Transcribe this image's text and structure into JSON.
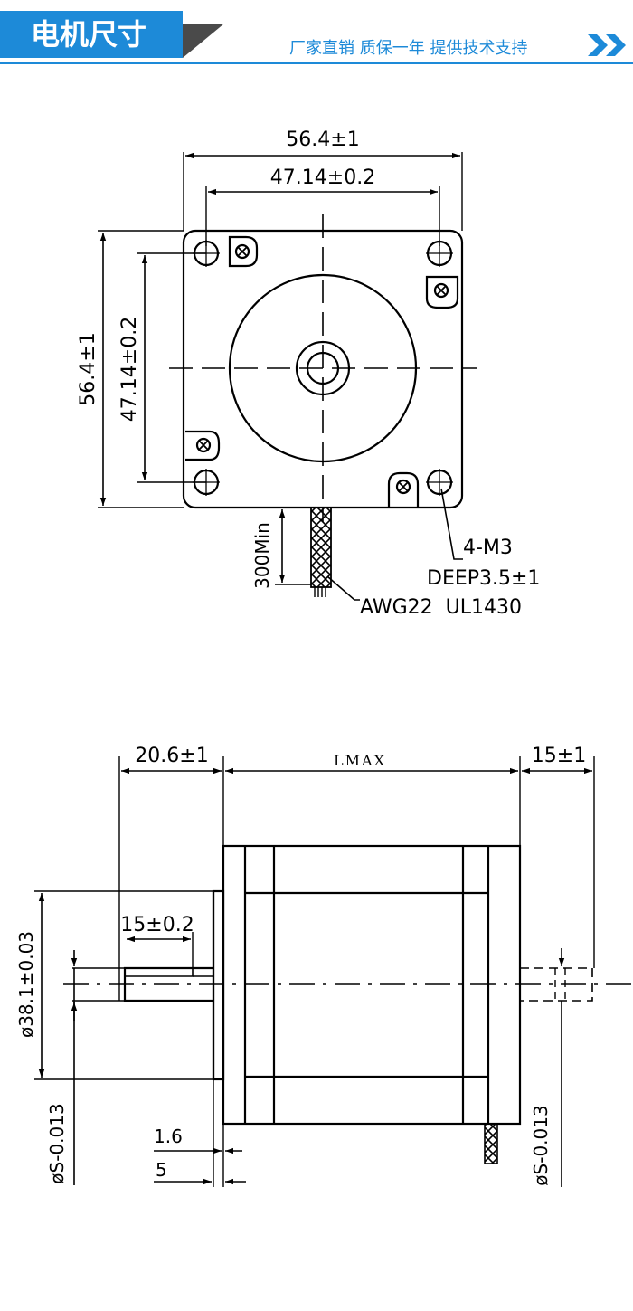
{
  "header": {
    "title": "电机尺寸",
    "slogan": "厂家直销 质保一年 提供技术支持",
    "accent_color": "#1d8ad8",
    "arrow_icon": "double-chevron-right-icon"
  },
  "front_view": {
    "overall_width": "56.4±1",
    "hole_spacing_width": "47.14±0.2",
    "overall_height": "56.4±1",
    "hole_spacing_height": "47.14±0.2",
    "lead_length": "300Min",
    "hole_spec": "4-M3",
    "hole_depth": "DEEP3.5±1",
    "wire_spec": "AWG22  UL1430"
  },
  "side_view": {
    "front_shaft_length": "20.6±1",
    "body_length": "LMAX",
    "rear_shaft_length": "15±1",
    "flat_length": "15±0.2",
    "boss_diameter": "ø38.1±0.03",
    "shaft_diameter_front": "øS-0.013",
    "shaft_diameter_rear": "øS-0.013",
    "boss_height": "1.6",
    "flange_thickness": "5"
  }
}
